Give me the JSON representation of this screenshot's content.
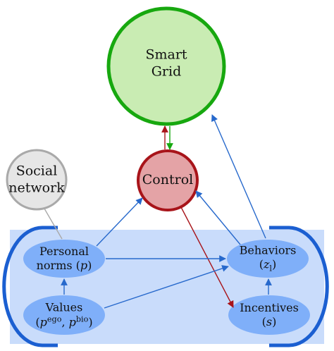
{
  "diagram": {
    "nodes": {
      "smart_grid": {
        "lines": [
          "Smart",
          "Grid"
        ]
      },
      "control": {
        "lines": [
          "Control"
        ]
      },
      "social_network": {
        "lines": [
          "Social",
          "network"
        ]
      },
      "personal_norms": {
        "lines": [
          "Personal",
          "norms (p)"
        ]
      },
      "values": {
        "lines": [
          "Values",
          "(p^ego, p^bio)"
        ]
      },
      "behaviors": {
        "lines": [
          "Behaviors",
          "(z_l)"
        ]
      },
      "incentives": {
        "lines": [
          "Incentives",
          "(s)"
        ]
      }
    },
    "colors": {
      "smart_grid_fill": "#c9ecb3",
      "smart_grid_stroke": "#17a80f",
      "control_fill": "#e4a3a6",
      "control_stroke": "#a8141a",
      "social_fill": "#e6e6e6",
      "social_stroke": "#a9a9a9",
      "panel_fill": "#c9dcfb",
      "panel_stroke": "#1b5fd1",
      "node_fill": "#7faff9",
      "arrow_blue": "#2769cc",
      "arrow_red": "#a8141a",
      "arrow_green": "#17a80f"
    }
  }
}
